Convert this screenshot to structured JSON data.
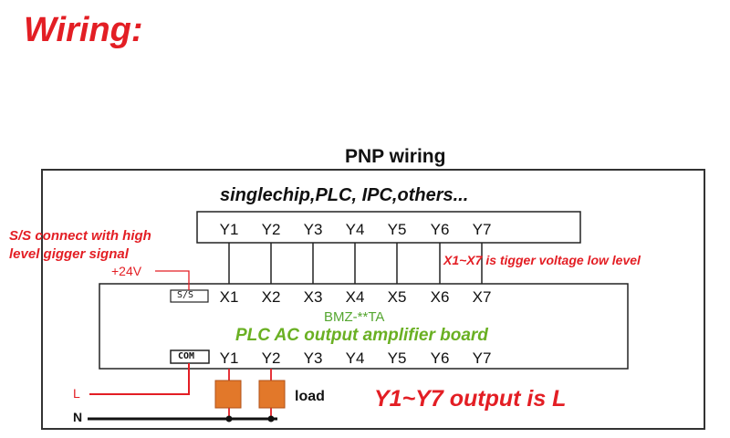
{
  "title": "Wiring:",
  "wiring_mode": "PNP wiring",
  "controller_label": "singlechip,PLC, IPC,others...",
  "controller_outputs": [
    "Y1",
    "Y2",
    "Y3",
    "Y4",
    "Y5",
    "Y6",
    "Y7"
  ],
  "board_inputs": [
    "X1",
    "X2",
    "X3",
    "X4",
    "X5",
    "X6",
    "X7"
  ],
  "board_outputs": [
    "Y1",
    "Y2",
    "Y3",
    "Y4",
    "Y5",
    "Y6",
    "Y7"
  ],
  "ss_terminal": "S/S",
  "com_terminal": "COM",
  "ss_note": [
    "S/S connect with high",
    "level gigger signal"
  ],
  "supply_label": "+24V",
  "input_note": "X1~X7 is tigger voltage low level",
  "model": "BMZ-**TA",
  "board_name": "PLC AC output amplifier board",
  "load_label": "load",
  "output_note": "Y1~Y7 output is L",
  "line_L": "L",
  "line_N": "N",
  "colors": {
    "accent_red": "#e31e24",
    "board_green": "#6ab023",
    "load_orange": "#e2782a"
  }
}
